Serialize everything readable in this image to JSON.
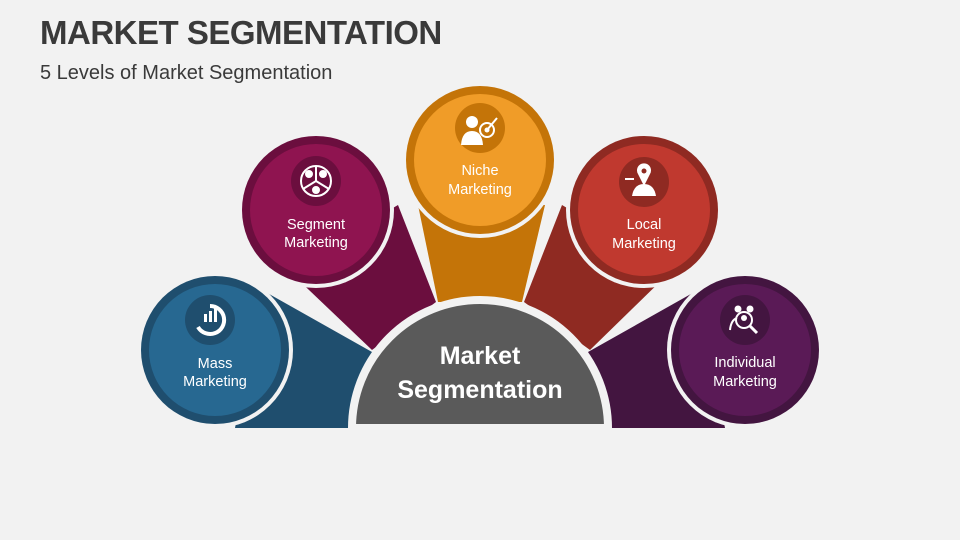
{
  "header": {
    "title": "MARKET SEGMENTATION",
    "subtitle": "5 Levels of Market Segmentation"
  },
  "center": {
    "line1": "Market",
    "line2": "Segmentation",
    "color": "#5a5a5a"
  },
  "levels": [
    {
      "line1": "Mass",
      "line2": "Marketing",
      "icon": "chart-cycle-icon",
      "outer": "#1f4e6e",
      "inner": "#276891",
      "connector": "#1f4e6e"
    },
    {
      "line1": "Segment",
      "line2": "Marketing",
      "icon": "segmented-people-icon",
      "outer": "#6b0e3e",
      "inner": "#8f1450",
      "connector": "#6b0e3e"
    },
    {
      "line1": "Niche",
      "line2": "Marketing",
      "icon": "person-target-icon",
      "outer": "#c47408",
      "inner": "#f09c28",
      "connector": "#c47408"
    },
    {
      "line1": "Local",
      "line2": "Marketing",
      "icon": "location-pin-icon",
      "outer": "#8f2a22",
      "inner": "#c0392f",
      "connector": "#8f2a22"
    },
    {
      "line1": "Individual",
      "line2": "Marketing",
      "icon": "people-search-icon",
      "outer": "#431540",
      "inner": "#5a1a56",
      "connector": "#431540"
    }
  ]
}
